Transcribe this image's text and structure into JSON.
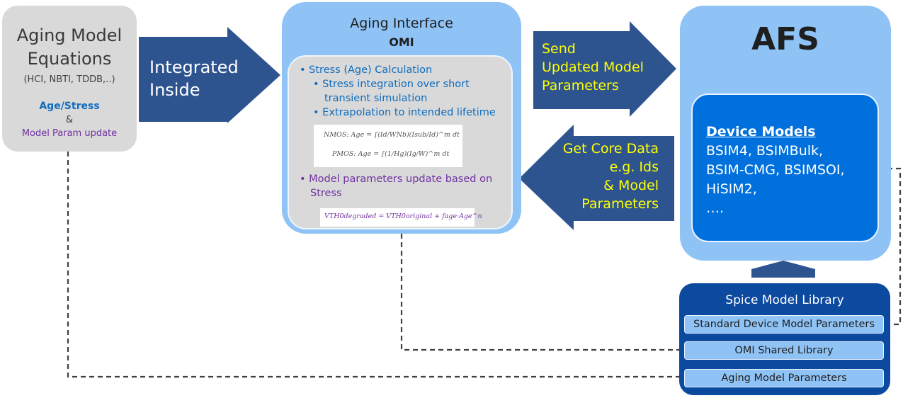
{
  "equations": {
    "title_line1": "Aging Model",
    "title_line2": "Equations",
    "subtitle": "(HCI, NBTI, TDDB,..)",
    "age_stress": "Age/Stress",
    "amp": "&",
    "param_update": "Model Param update"
  },
  "integrated_arrow": {
    "line1": "Integrated",
    "line2": "Inside"
  },
  "aging_interface": {
    "title": "Aging Interface",
    "subtitle": "OMI",
    "bullet1": "• Stress (Age) Calculation",
    "sub1_line1": "•  Stress integration over short",
    "sub1_line2": "transient simulation",
    "sub2": "•  Extrapolation to intended lifetime",
    "formula_nmos": "NMOS: Age = ∫(Id/WNb)(Isub/Id)^m dt",
    "formula_pmos": "PMOS: Age = ∫(1/Hg)(Ig/W)^m dt",
    "bullet2_line1": "• Model parameters update based on",
    "bullet2_line2": "Stress",
    "formula_vth": "VTH0degraded = VTH0original + fage·Age^n"
  },
  "send_arrow": {
    "line1": "Send",
    "line2": "Updated Model",
    "line3": "Parameters"
  },
  "get_arrow": {
    "line1": "Get Core Data",
    "line2": "e.g. Ids",
    "line3": "& Model",
    "line4": "Parameters"
  },
  "afs": {
    "title": "AFS",
    "device_models_title": "Device Models",
    "models": [
      "BSIM4, BSIMBulk,",
      "BSIM-CMG, BSIMSOI,",
      "HiSIM2,",
      "…."
    ]
  },
  "spice_library": {
    "title": "Spice Model Library",
    "rows": [
      "Standard Device Model Parameters",
      "OMI Shared Library",
      "Aging Model Parameters"
    ]
  },
  "colors": {
    "dark_arrow": "#2e5490",
    "light_blue": "#8fc3f5",
    "device_blue": "#0070dd",
    "spice_blue": "#0c4aa0",
    "gray": "#d9d9d9",
    "yellow_text": "#ffff00",
    "purple_text": "#7030a0",
    "blue_text": "#0f6cbd"
  }
}
